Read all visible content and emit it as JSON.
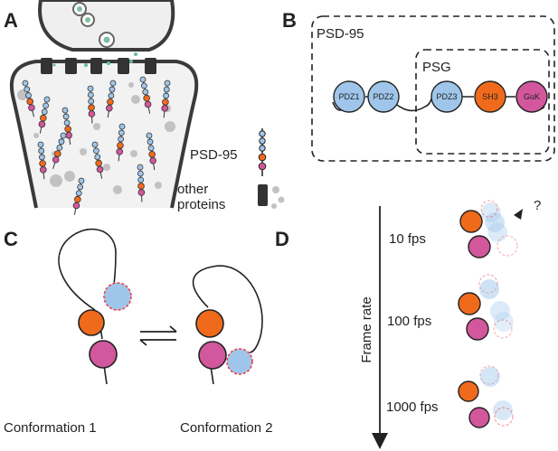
{
  "panels": {
    "a": "A",
    "b": "B",
    "c": "C",
    "d": "D"
  },
  "panel_a": {
    "legend_psd95": "PSD-95",
    "legend_other_line1": "other",
    "legend_other_line2": "proteins"
  },
  "panel_b": {
    "outer_box_label": "PSD-95",
    "inner_box_label": "PSG",
    "domains": [
      {
        "label": "PDZ1",
        "color": "#9fc6ea"
      },
      {
        "label": "PDZ2",
        "color": "#9fc6ea"
      },
      {
        "label": "PDZ3",
        "color": "#9fc6ea"
      },
      {
        "label": "SH3",
        "color": "#f06a1c"
      },
      {
        "label": "GuK",
        "color": "#d2579c"
      }
    ]
  },
  "panel_c": {
    "conformation_1": "Conformation 1",
    "conformation_2": "Conformation 2"
  },
  "panel_d": {
    "axis_label": "Frame rate",
    "unknown_marker": "?",
    "rates": [
      "10 fps",
      "100 fps",
      "1000 fps"
    ]
  },
  "colors": {
    "pdz": "#9fc6ea",
    "sh3": "#f06a1c",
    "guk": "#d2579c",
    "highlight": "#e8424b",
    "synapse": "#ececec",
    "receptor": "#333333",
    "cytoskeleton": "#c9c9c9"
  }
}
